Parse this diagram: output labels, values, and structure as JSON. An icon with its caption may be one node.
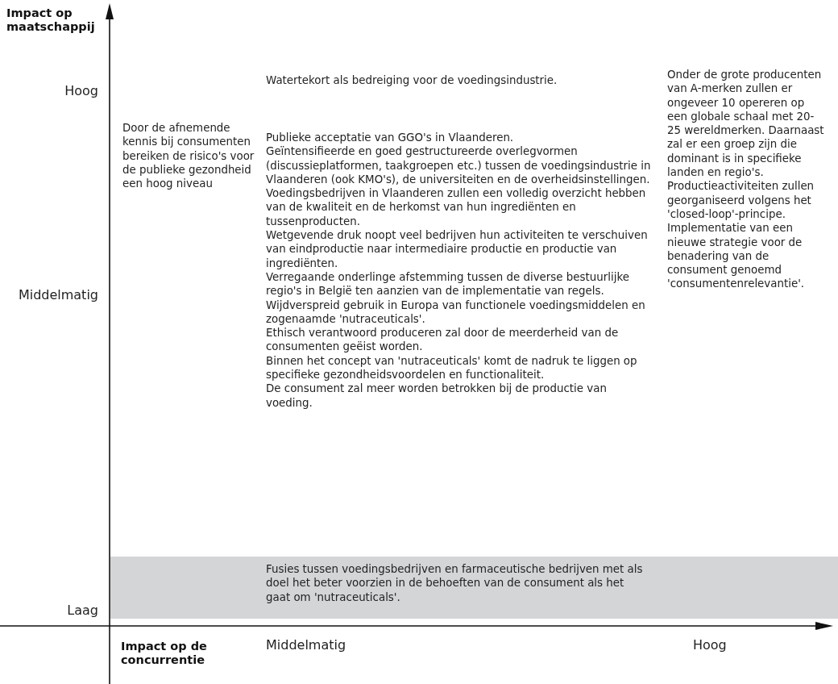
{
  "diagram": {
    "nodes": [
      {
        "text": [
          "Fusies tussen voedingsbedrijven en farmaceutische bedrijven met als doel het beter voorzien in de behoeften van de consument als het gaat om 'nutraceuticals'."
        ]
      }
    ],
    "labels": [
      "Impact op maatschappij",
      "Hoog",
      "Watertekort als bedreiging voor de voedingsindustrie.",
      "Onder de grote producenten van A-merken zullen er ongeveer 10 opereren op een globale schaal met 20-25 wereldmerken. Daarnaast zal er een groep zijn die dominant is in specifieke landen en regio's.",
      "Productieactiviteiten zullen georganiseerd volgens het 'closed-loop'-principe.",
      "Implementatie van een nieuwe strategie voor de benadering van de consument genoemd 'consumentenrelevantie'.",
      "Door de afnemende kennis bij consumenten bereiken de risico's voor de publieke gezondheid een hoog niveau",
      "Publieke acceptatie van GGO's in Vlaanderen.",
      "Geïntensifieerde en goed gestructureerde overlegvormen (discussieplatformen, taakgroepen etc.) tussen de voedingsindustrie in Vlaanderen (ook KMO's), de universiteiten en de overheidsinstellingen.",
      "Voedingsbedrijven in Vlaanderen zullen een volledig overzicht hebben van de kwaliteit en de herkomst van hun ingrediënten en tussenproducten.",
      "Wetgevende druk noopt veel bedrijven hun activiteiten te verschuiven van eindproductie naar intermediaire productie en productie van ingrediënten.",
      "Middelmatig",
      "Verregaande onderlinge afstemming tussen de diverse bestuurlijke regio's in België ten aanzien van de implementatie van regels.",
      "Wijdverspreid gebruik in Europa van functionele voedingsmiddelen en zogenaamde 'nutraceuticals'.",
      "Ethisch verantwoord produceren zal door de meerderheid van de consumenten geëist worden.",
      "Binnen het concept van 'nutraceuticals' komt de nadruk te liggen op specifieke gezondheidsvoordelen en functionaliteit.",
      "De consument zal meer worden betrokken bij de productie van voeding.",
      "Laag",
      "Impact op de concurrentie",
      "Middelmatig",
      "Hoog"
    ]
  }
}
